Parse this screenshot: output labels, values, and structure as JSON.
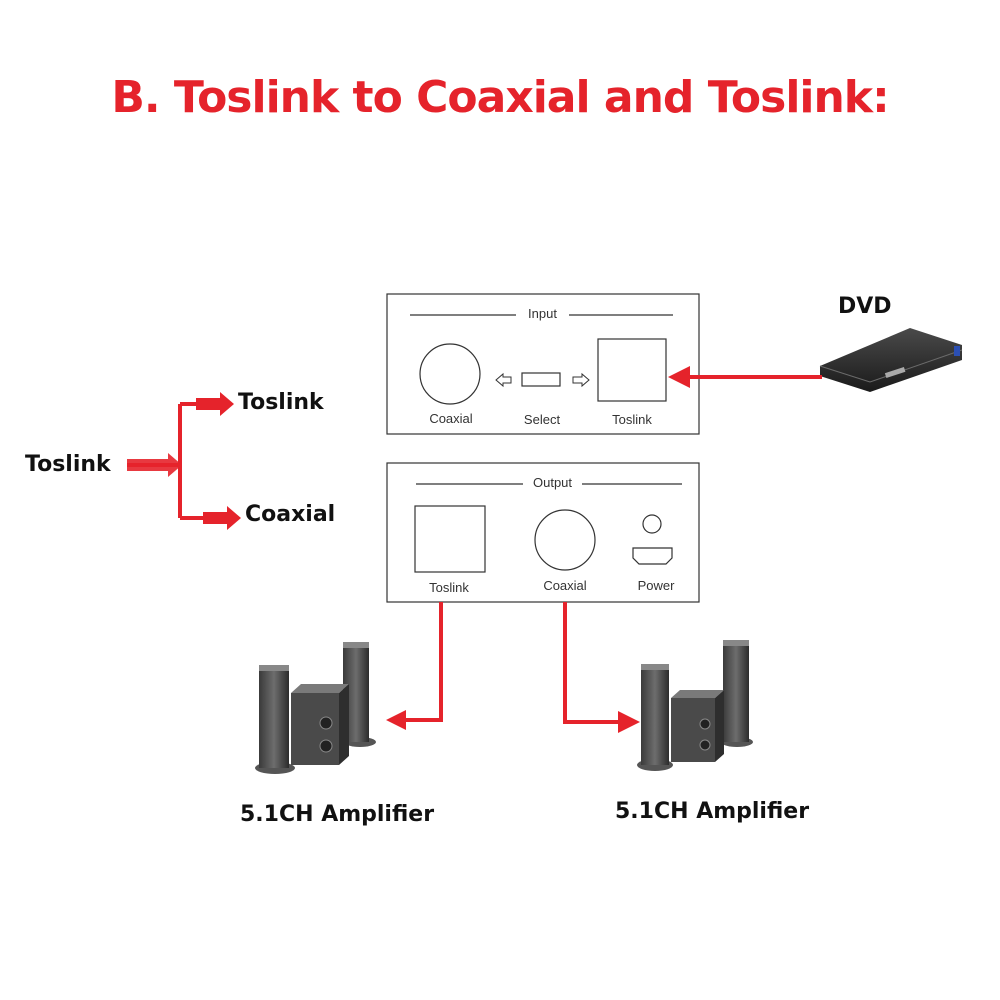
{
  "title": "B. Toslink to Coaxial and Toslink:",
  "legend": {
    "source": "Toslink",
    "out_toslink": "Toslink",
    "out_coaxial": "Coaxial"
  },
  "devices": {
    "dvd": "DVD",
    "amp_left": "5.1CH Amplifier",
    "amp_right": "5.1CH Amplifier"
  },
  "input_panel": {
    "heading": "Input",
    "coaxial": "Coaxial",
    "select": "Select",
    "toslink": "Toslink"
  },
  "output_panel": {
    "heading": "Output",
    "toslink": "Toslink",
    "coaxial": "Coaxial",
    "power": "Power"
  },
  "colors": {
    "accent": "#e5232b",
    "line": "#333333"
  }
}
